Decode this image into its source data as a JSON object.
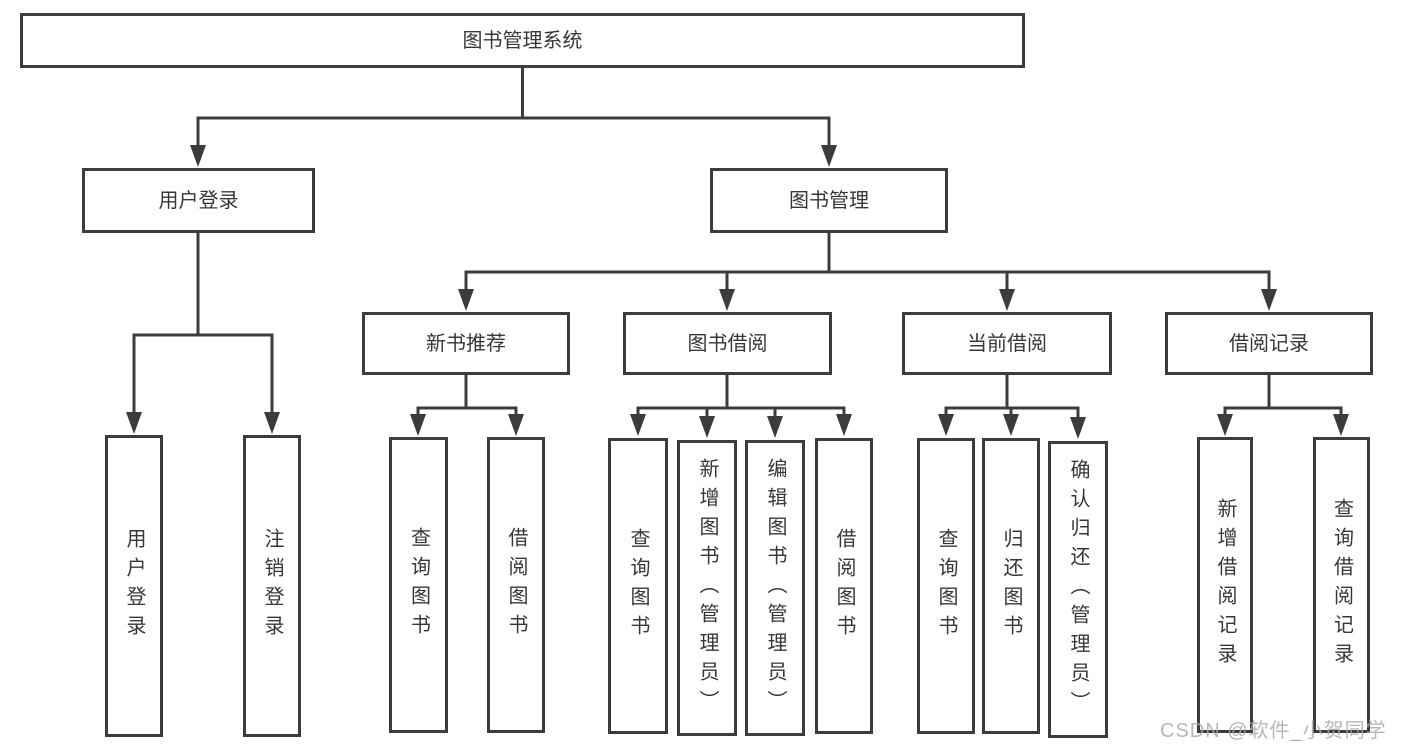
{
  "diagram_title": "图书管理系统",
  "watermark": "CSDN @软件_小贺同学",
  "colors": {
    "line": "#3c3c3c",
    "border": "#3c3c3c",
    "text": "#373737",
    "background": "#ffffff",
    "watermark": "#aaaaaa"
  },
  "tree": {
    "label": "图书管理系统",
    "children": [
      {
        "label": "用户登录",
        "children": [
          {
            "label": "用户登录"
          },
          {
            "label": "注销登录"
          }
        ]
      },
      {
        "label": "图书管理",
        "children": [
          {
            "label": "新书推荐",
            "children": [
              {
                "label": "查询图书"
              },
              {
                "label": "借阅图书"
              }
            ]
          },
          {
            "label": "图书借阅",
            "children": [
              {
                "label": "查询图书"
              },
              {
                "label": "新增图书（管理员）"
              },
              {
                "label": "编辑图书（管理员）"
              },
              {
                "label": "借阅图书"
              }
            ]
          },
          {
            "label": "当前借阅",
            "children": [
              {
                "label": "查询图书"
              },
              {
                "label": "归还图书"
              },
              {
                "label": "确认归还（管理员）"
              }
            ]
          },
          {
            "label": "借阅记录",
            "children": [
              {
                "label": "新增借阅记录"
              },
              {
                "label": "查询借阅记录"
              }
            ]
          }
        ]
      }
    ]
  }
}
